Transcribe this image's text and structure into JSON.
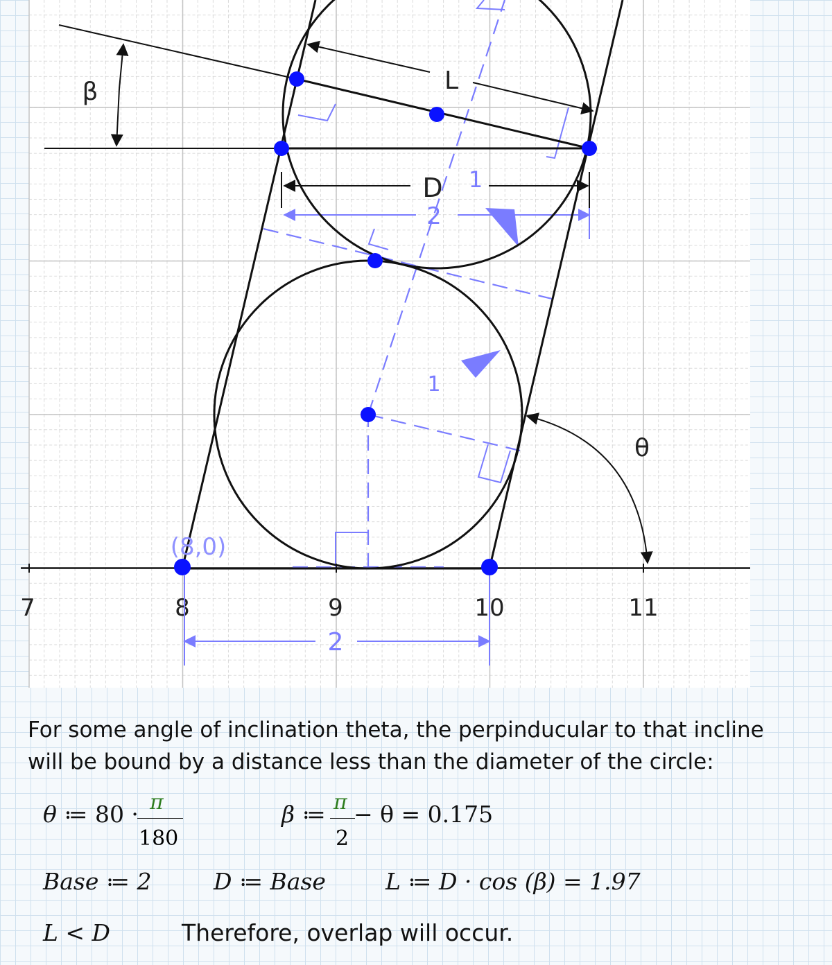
{
  "diagram": {
    "x_axis": {
      "range": [
        7,
        11.7
      ],
      "ticks": [
        "7",
        "8",
        "9",
        "10",
        "11"
      ]
    },
    "points": {
      "origin_label": "(8,0)"
    },
    "labels": {
      "beta": "β",
      "theta": "θ",
      "L": "L",
      "D": "D",
      "dim_D_alt": "2",
      "dim_radius_top": "1",
      "dim_radius_lower": "1",
      "dim_base": "2"
    },
    "colors": {
      "construction": "#7a7cff",
      "point": "#0a12ff",
      "ink": "#111111",
      "grid": "#cfcfcf"
    }
  },
  "text": {
    "line1": "For some angle of inclination theta, the perpinducular to that incline",
    "line2": "will be bound by a distance less than the diameter of the circle:"
  },
  "math": {
    "theta_def_lhs": "θ",
    "theta_def_mid": " ≔ 80 ·",
    "theta_num": "π",
    "theta_den": "180",
    "beta_def_lhs": "β",
    "beta_def_mid": " ≔",
    "beta_num": "π",
    "beta_den": "2",
    "beta_rest": " − θ = 0.175",
    "base_def": "Base ≔ 2",
    "d_def": "D ≔ Base",
    "l_def": "L ≔ D · cos (β) = 1.97",
    "compare": "L < D",
    "conclusion": "Therefore, overlap will occur."
  }
}
